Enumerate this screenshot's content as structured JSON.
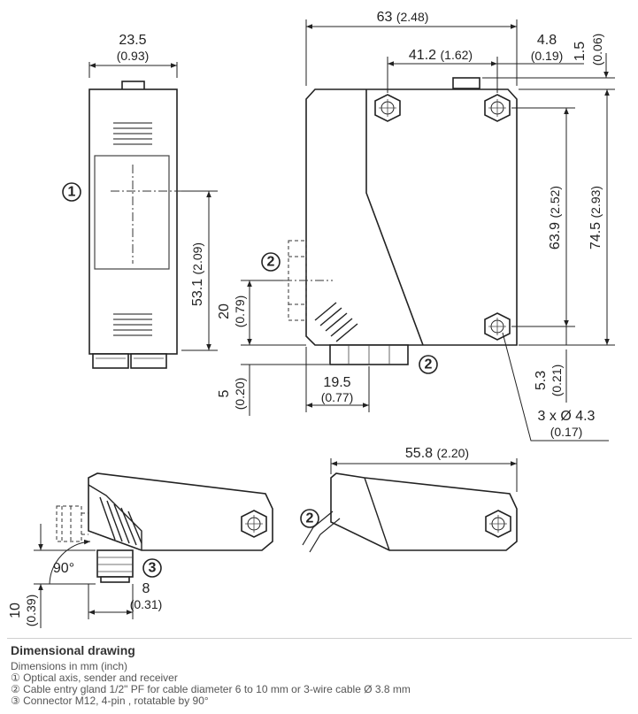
{
  "dimensions": {
    "width_front": {
      "mm": "23.5",
      "inch": "(0.93)"
    },
    "width_total": {
      "mm": "63",
      "inch": "(2.48)"
    },
    "offset_top": {
      "mm": "41.2",
      "inch": "(1.62)"
    },
    "offset_small": {
      "mm": "4.8",
      "inch": "(0.19)"
    },
    "top_gap": {
      "mm": "1.5",
      "inch": "(0.06)"
    },
    "height_axis": {
      "mm": "53.1",
      "inch": "(2.09)"
    },
    "gland_height": {
      "mm": "20",
      "inch": "(0.79)"
    },
    "bottom_gap": {
      "mm": "5",
      "inch": "(0.20)"
    },
    "gland_offset": {
      "mm": "19.5",
      "inch": "(0.77)"
    },
    "hole_spacing": {
      "mm": "63.9",
      "inch": "(2.52)"
    },
    "height_total": {
      "mm": "74.5",
      "inch": "(2.93)"
    },
    "hole_bottom": {
      "mm": "5.3",
      "inch": "(0.21)"
    },
    "holes": {
      "mm": "3 x Ø 4.3",
      "inch": "(0.17)"
    },
    "bottom_width": {
      "mm": "55.8",
      "inch": "(2.20)"
    },
    "angle": {
      "label": "90°"
    },
    "connector_width": {
      "mm": "8",
      "inch": "(0.31)"
    },
    "connector_height": {
      "mm": "10",
      "inch": "(0.39)"
    }
  },
  "callouts": {
    "one": "1",
    "two": "2",
    "three": "3"
  },
  "caption": {
    "title": "Dimensional drawing",
    "lines": [
      "Dimensions in mm (inch)",
      "① Optical axis, sender and receiver",
      "② Cable entry gland 1/2\" PF for cable diameter 6 to 10 mm or 3-wire cable Ø 3.8 mm",
      "③ Connector M12, 4-pin , rotatable by 90°"
    ]
  }
}
